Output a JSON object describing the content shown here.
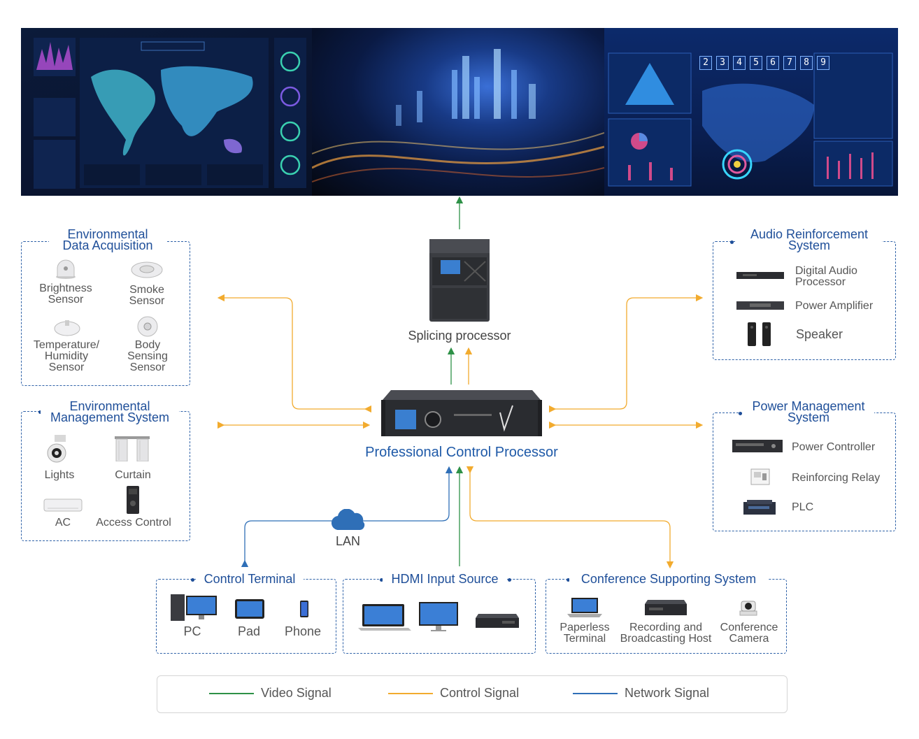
{
  "colors": {
    "video": "#2e9147",
    "control": "#f2ab2e",
    "network": "#2f6fb7",
    "group_border": "#2f62a8",
    "title_blue": "#1f4f99"
  },
  "video_wall": {
    "counter": [
      "2",
      "3",
      "4",
      "5",
      "6",
      "7",
      "8",
      "9"
    ]
  },
  "splicing_processor": {
    "label": "Splicing processor"
  },
  "control_processor": {
    "label": "Professional Control Processor"
  },
  "lan": {
    "label": "LAN",
    "icon": "cloud-icon"
  },
  "groups": {
    "env_data": {
      "title_line1": "Environmental",
      "title_line2": "Data Acquisition",
      "items": [
        {
          "line1": "Brightness",
          "line2": "Sensor",
          "line3": ""
        },
        {
          "line1": "Smoke",
          "line2": "Sensor",
          "line3": ""
        },
        {
          "line1": "Temperature/",
          "line2": "Humidity",
          "line3": "Sensor"
        },
        {
          "line1": "Body",
          "line2": "Sensing",
          "line3": "Sensor"
        }
      ]
    },
    "env_mgmt": {
      "title_line1": "Environmental",
      "title_line2": "Management System",
      "items": [
        "Lights",
        "Curtain",
        "AC",
        "Access Control"
      ]
    },
    "audio": {
      "title_line1": "Audio Reinforcement",
      "title_line2": "System",
      "items": [
        {
          "line1": "Digital Audio",
          "line2": "Processor"
        },
        {
          "line1": "Power Amplifier",
          "line2": ""
        },
        {
          "line1": "Speaker",
          "line2": ""
        }
      ]
    },
    "power": {
      "title_line1": "Power Management",
      "title_line2": "System",
      "items": [
        "Power Controller",
        "Reinforcing Relay",
        "PLC"
      ]
    },
    "control_terminal": {
      "title": "Control Terminal",
      "items": [
        "PC",
        "Pad",
        "Phone"
      ]
    },
    "hdmi": {
      "title": "HDMI Input Source"
    },
    "conference": {
      "title": "Conference Supporting System",
      "items": [
        {
          "line1": "Paperless",
          "line2": "Terminal"
        },
        {
          "line1": "Recording and",
          "line2": "Broadcasting Host"
        },
        {
          "line1": "Conference",
          "line2": "Camera"
        }
      ]
    }
  },
  "legend": {
    "items": [
      {
        "label": "Video Signal",
        "color": "#2e9147"
      },
      {
        "label": "Control Signal",
        "color": "#f2ab2e"
      },
      {
        "label": "Network Signal",
        "color": "#2f6fb7"
      }
    ]
  }
}
